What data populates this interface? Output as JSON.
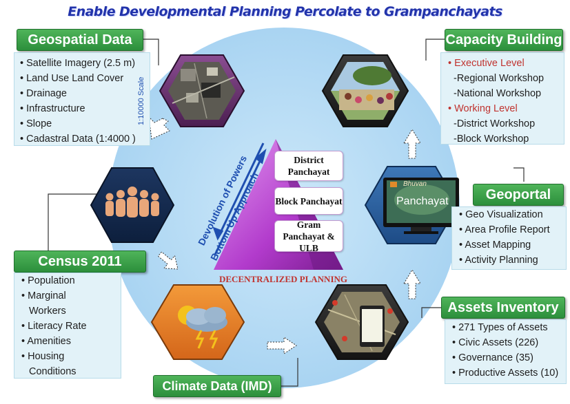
{
  "title": "Enable Developmental Planning  Percolate to Grampanchayats",
  "geospatial": {
    "heading": "Geospatial Data",
    "items": [
      "Satellite Imagery (2.5 m)",
      "Land Use Land Cover",
      "Drainage",
      "Infrastructure",
      "Slope",
      "Cadastral Data (1:4000 )"
    ],
    "scale_label": "1:10000 Scale"
  },
  "capacity": {
    "heading": "Capacity Building",
    "executive": "Executive Level",
    "executive_items": [
      "-Regional Workshop",
      "-National Workshop"
    ],
    "working": "Working Level",
    "working_items": [
      "-District Workshop",
      "-Block Workshop"
    ]
  },
  "census": {
    "heading": "Census 2011",
    "items": [
      "Population",
      "Marginal",
      "Workers",
      "Literacy Rate",
      "Amenities",
      "Housing",
      "Conditions"
    ]
  },
  "geoportal": {
    "heading": "Geoportal",
    "monitor_text": "Panchayat",
    "monitor_brand": "Bhuvan",
    "items": [
      "Geo Visualization",
      "Area Profile Report",
      "Asset Mapping",
      "Activity Planning"
    ]
  },
  "assets": {
    "heading": "Assets Inventory",
    "items": [
      "271 Types of Assets",
      "Civic Assets (226)",
      "Governance (35)",
      "Productive Assets (10)"
    ]
  },
  "climate": {
    "heading": "Climate Data (IMD)"
  },
  "pyramid": {
    "levels": [
      "District Panchayat",
      "Block Panchayat",
      "Gram Panchayat & ULB"
    ],
    "base_label": "DECENTRALIZED PLANNING",
    "arrow_down": "Devolution of Powers",
    "arrow_up": "Bottom Up Approach"
  },
  "colors": {
    "header_green": "#2c8f3c",
    "circle_blue": "#b6dcf4",
    "pyramid_purple": "#b23bcc",
    "accent_red": "#c0332f",
    "arrow_blue": "#1f4fb0"
  }
}
